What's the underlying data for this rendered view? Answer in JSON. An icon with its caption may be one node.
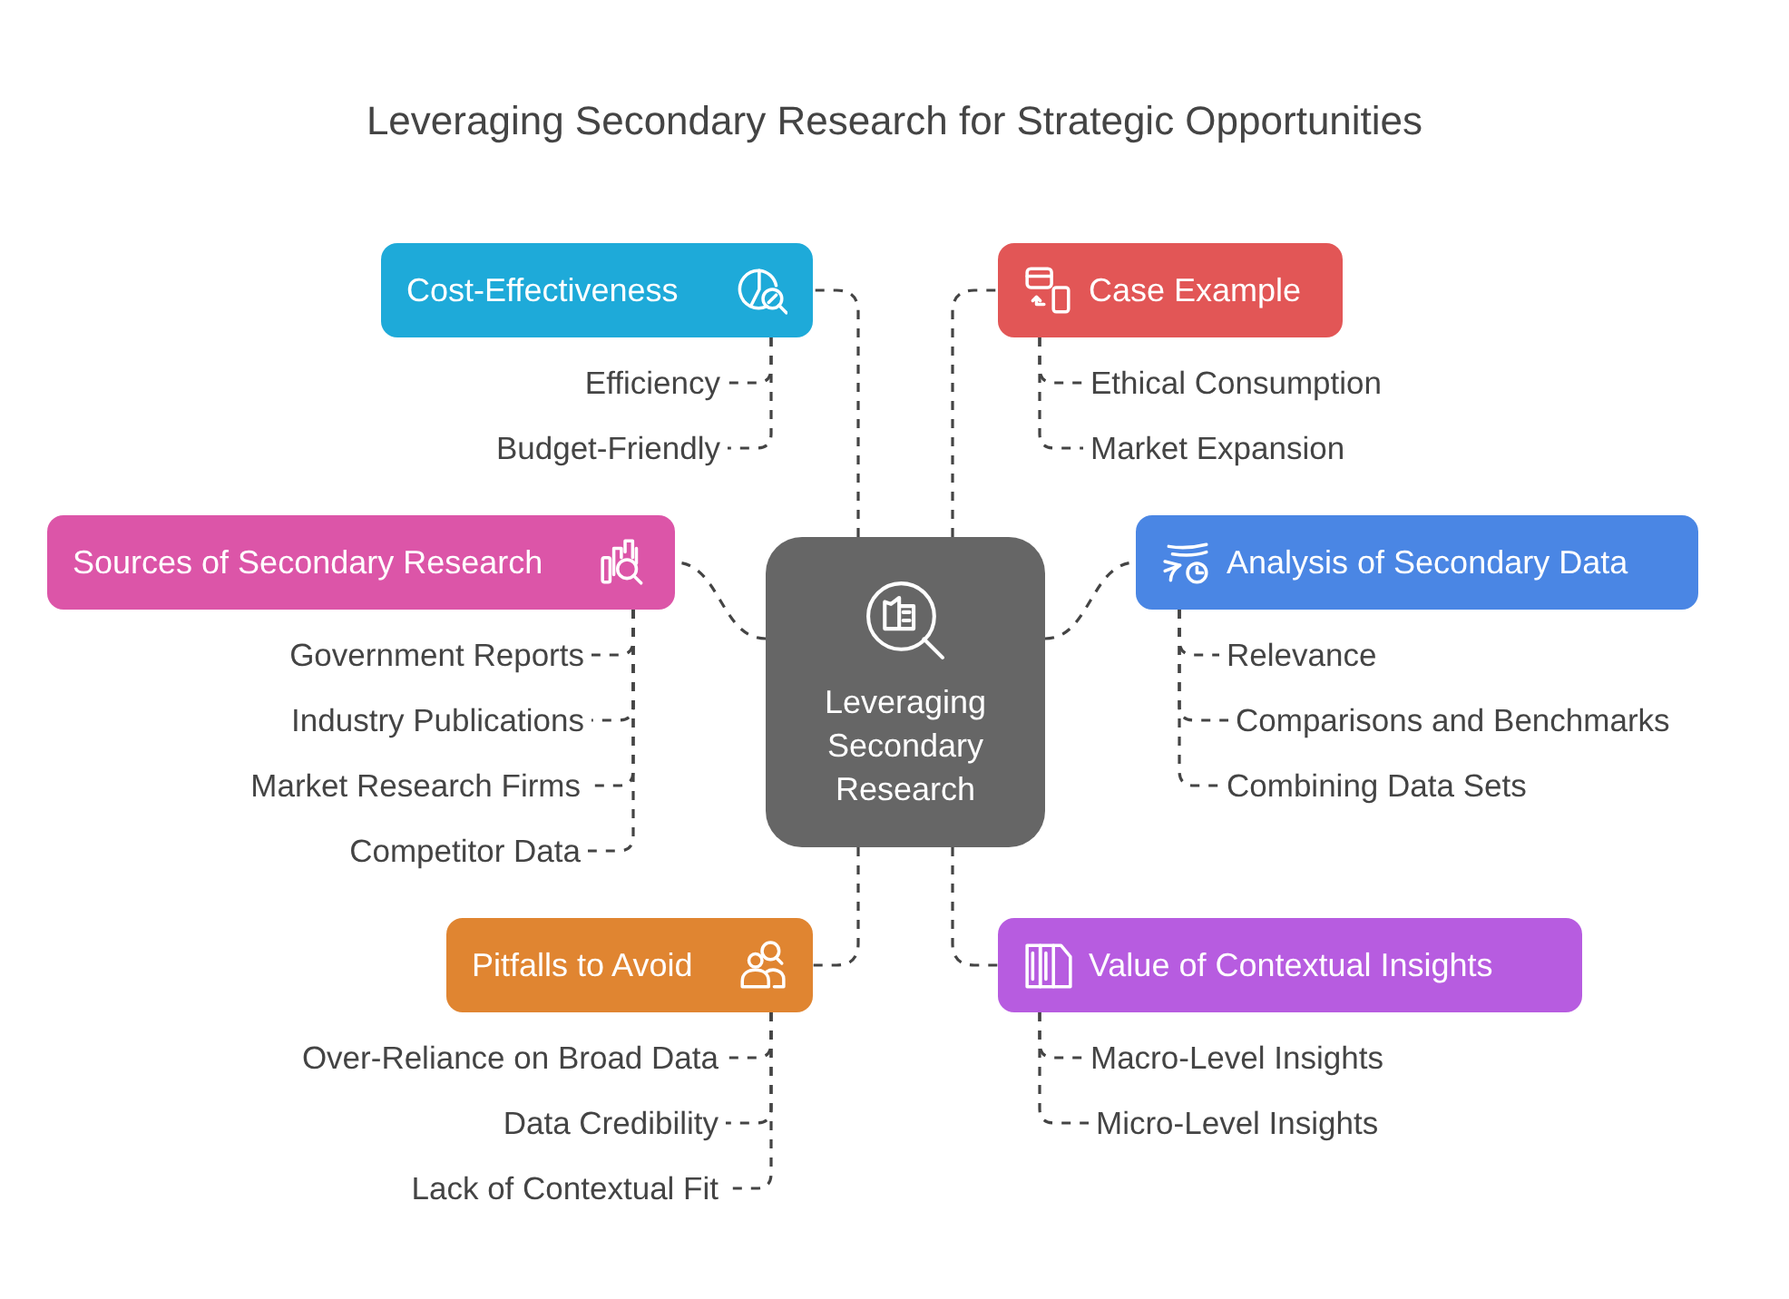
{
  "diagram": {
    "title": "Leveraging Secondary Research for Strategic Opportunities",
    "nodes": [
      {
        "text": [
          "Leveraging Secondary Research"
        ]
      },
      {
        "text": [
          "Cost-Effectiveness"
        ]
      },
      {
        "text": [
          "Efficiency"
        ]
      },
      {
        "text": [
          "Budget-Friendly"
        ]
      },
      {
        "text": [
          "Case Example"
        ]
      },
      {
        "text": [
          "Ethical Consumption"
        ]
      },
      {
        "text": [
          "Market Expansion"
        ]
      },
      {
        "text": [
          "Sources of Secondary Research"
        ]
      },
      {
        "text": [
          "Government Reports"
        ]
      },
      {
        "text": [
          "Industry Publications"
        ]
      },
      {
        "text": [
          "Market Research Firms"
        ]
      },
      {
        "text": [
          "Competitor Data"
        ]
      },
      {
        "text": [
          "Analysis of Secondary Data"
        ]
      },
      {
        "text": [
          "Relevance"
        ]
      },
      {
        "text": [
          "Comparisons and Benchmarks"
        ]
      },
      {
        "text": [
          "Combining Data Sets"
        ]
      },
      {
        "text": [
          "Pitfalls to Avoid"
        ]
      },
      {
        "text": [
          "Over-Reliance on Broad Data"
        ]
      },
      {
        "text": [
          "Data Credibility"
        ]
      },
      {
        "text": [
          "Lack of Contextual Fit"
        ]
      },
      {
        "text": [
          "Value of Contextual Insights"
        ]
      },
      {
        "text": [
          "Macro-Level Insights"
        ]
      },
      {
        "text": [
          "Micro-Level Insights"
        ]
      }
    ],
    "edges": [
      {
        "from": 0,
        "to": 1,
        "arrow": "none",
        "style": "dashed"
      },
      {
        "from": 0,
        "to": 4,
        "arrow": "none",
        "style": "dashed"
      },
      {
        "from": 0,
        "to": 7,
        "arrow": "none",
        "style": "dashed"
      },
      {
        "from": 0,
        "to": 12,
        "arrow": "none",
        "style": "dashed"
      },
      {
        "from": 0,
        "to": 16,
        "arrow": "none",
        "style": "dashed"
      },
      {
        "from": 0,
        "to": 20,
        "arrow": "none",
        "style": "dashed"
      },
      {
        "from": 1,
        "to": 2,
        "arrow": "none",
        "style": "dashed"
      },
      {
        "from": 1,
        "to": 3,
        "arrow": "none",
        "style": "dashed"
      },
      {
        "from": 4,
        "to": 5,
        "arrow": "none",
        "style": "dashed"
      },
      {
        "from": 4,
        "to": 6,
        "arrow": "none",
        "style": "dashed"
      },
      {
        "from": 7,
        "to": 8,
        "arrow": "none",
        "style": "dashed"
      },
      {
        "from": 7,
        "to": 9,
        "arrow": "none",
        "style": "dashed"
      },
      {
        "from": 7,
        "to": 10,
        "arrow": "none",
        "style": "dashed"
      },
      {
        "from": 7,
        "to": 11,
        "arrow": "none",
        "style": "dashed"
      },
      {
        "from": 12,
        "to": 13,
        "arrow": "none",
        "style": "dashed"
      },
      {
        "from": 12,
        "to": 14,
        "arrow": "none",
        "style": "dashed"
      },
      {
        "from": 12,
        "to": 15,
        "arrow": "none",
        "style": "dashed"
      },
      {
        "from": 16,
        "to": 17,
        "arrow": "none",
        "style": "dashed"
      },
      {
        "from": 16,
        "to": 18,
        "arrow": "none",
        "style": "dashed"
      },
      {
        "from": 16,
        "to": 19,
        "arrow": "none",
        "style": "dashed"
      },
      {
        "from": 20,
        "to": 21,
        "arrow": "none",
        "style": "dashed"
      },
      {
        "from": 20,
        "to": 22,
        "arrow": "none",
        "style": "dashed"
      }
    ]
  }
}
